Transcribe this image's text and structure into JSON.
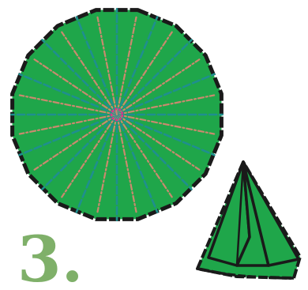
{
  "step": {
    "number_text": "3."
  },
  "palette": {
    "fill_green": "#1fa64a",
    "outline": "#1a1a1a",
    "valley_fold": "#c98a6e",
    "mountain_fold": "#1f8f8f",
    "number_color": "#7fb069",
    "center_accent": "#e0308a"
  },
  "illustrations": [
    {
      "kind": "pleated-circle",
      "sectors": 16
    },
    {
      "kind": "folded-cone"
    }
  ]
}
